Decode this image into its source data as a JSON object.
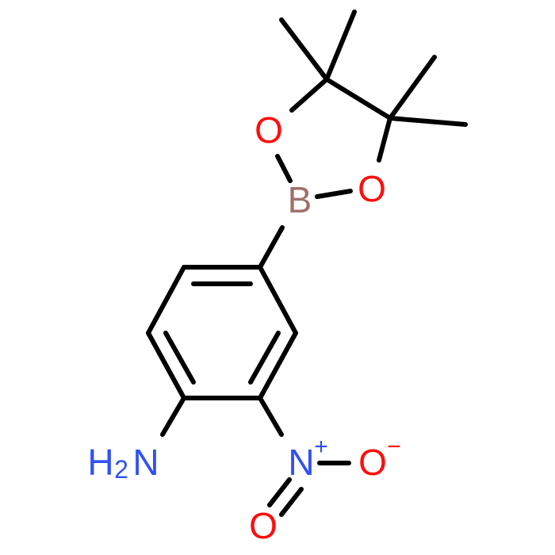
{
  "molecule": {
    "atoms": {
      "o_ring_1": "O",
      "o_ring_2": "O",
      "boron": "B",
      "nitro_n": "N",
      "nitro_o_single": "O",
      "nitro_o_double": "O",
      "amine_h": "H",
      "amine_sub": "2",
      "amine_n": "N"
    },
    "charges": {
      "nitro_n": "+",
      "nitro_o_single": "−"
    }
  },
  "colors": {
    "bond": "#000000",
    "oxygen": "#ff0d0d",
    "boron": "#a0706b",
    "nitrogen": "#3050f8"
  }
}
